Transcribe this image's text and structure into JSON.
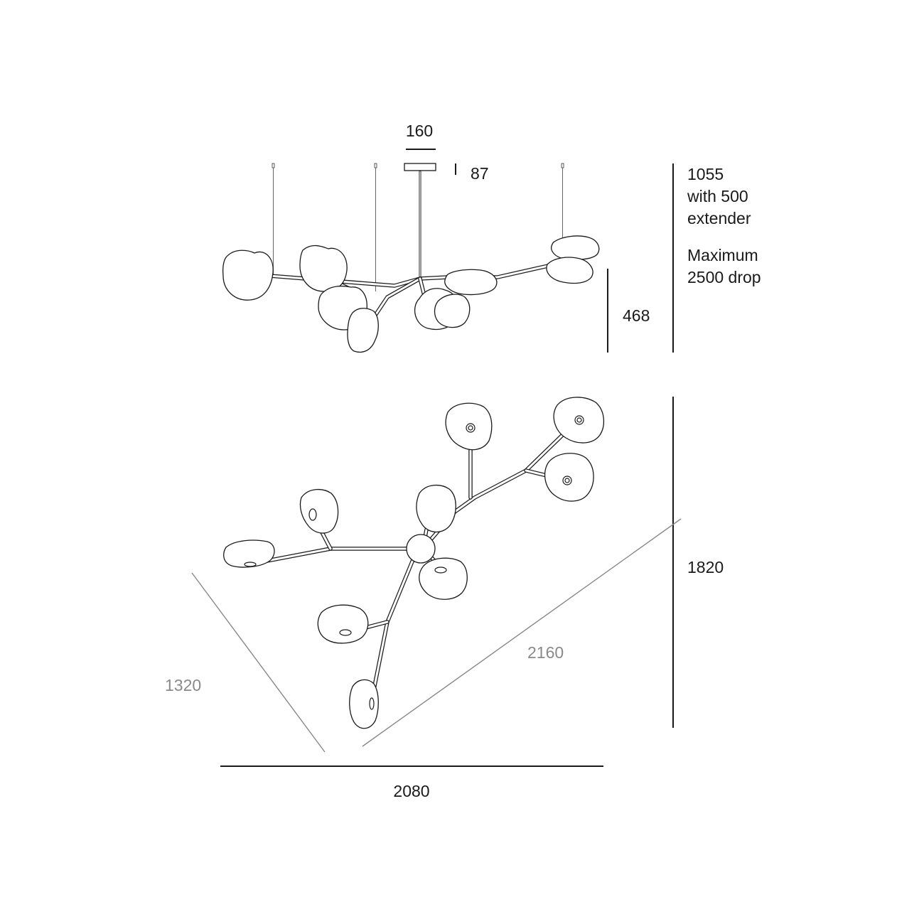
{
  "side_view": {
    "canopy_width": "160",
    "canopy_height": "87",
    "fixture_height": "468",
    "drop_note": {
      "line1": "1055",
      "line2": "with 500",
      "line3": "extender",
      "line4": "Maximum",
      "line5": "2500 drop"
    }
  },
  "top_view": {
    "depth": "1820",
    "diagonal_left": "1320",
    "diagonal_right": "2160",
    "width": "2080"
  }
}
